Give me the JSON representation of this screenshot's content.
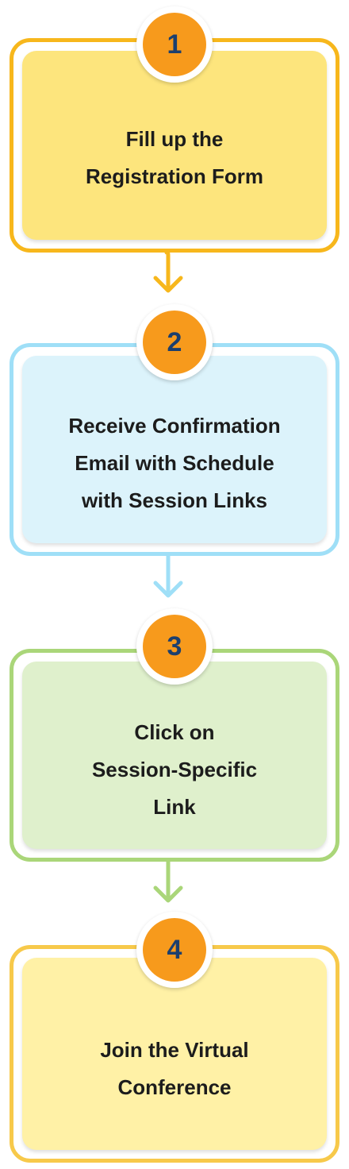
{
  "steps": [
    {
      "number": "1",
      "lines": [
        "Fill up the",
        "Registration Form"
      ]
    },
    {
      "number": "2",
      "lines": [
        "Receive Confirmation",
        "Email with Schedule",
        "with Session Links"
      ]
    },
    {
      "number": "3",
      "lines": [
        "Click on",
        "Session-Specific",
        "Link"
      ]
    },
    {
      "number": "4",
      "lines": [
        "Join the Virtual",
        "Conference"
      ]
    }
  ],
  "colors": {
    "badge": "#f79a1c",
    "badge_number": "#1c3f6e",
    "step1_border": "#f7b71c",
    "step2_border": "#9fdff7",
    "step3_border": "#aad679",
    "step4_border": "#f7c94a"
  },
  "connectors": [
    {
      "from": "1",
      "to": "2",
      "color": "#f7b71c"
    },
    {
      "from": "2",
      "to": "3",
      "color": "#9fdff7"
    },
    {
      "from": "3",
      "to": "4",
      "color": "#aad679"
    }
  ]
}
